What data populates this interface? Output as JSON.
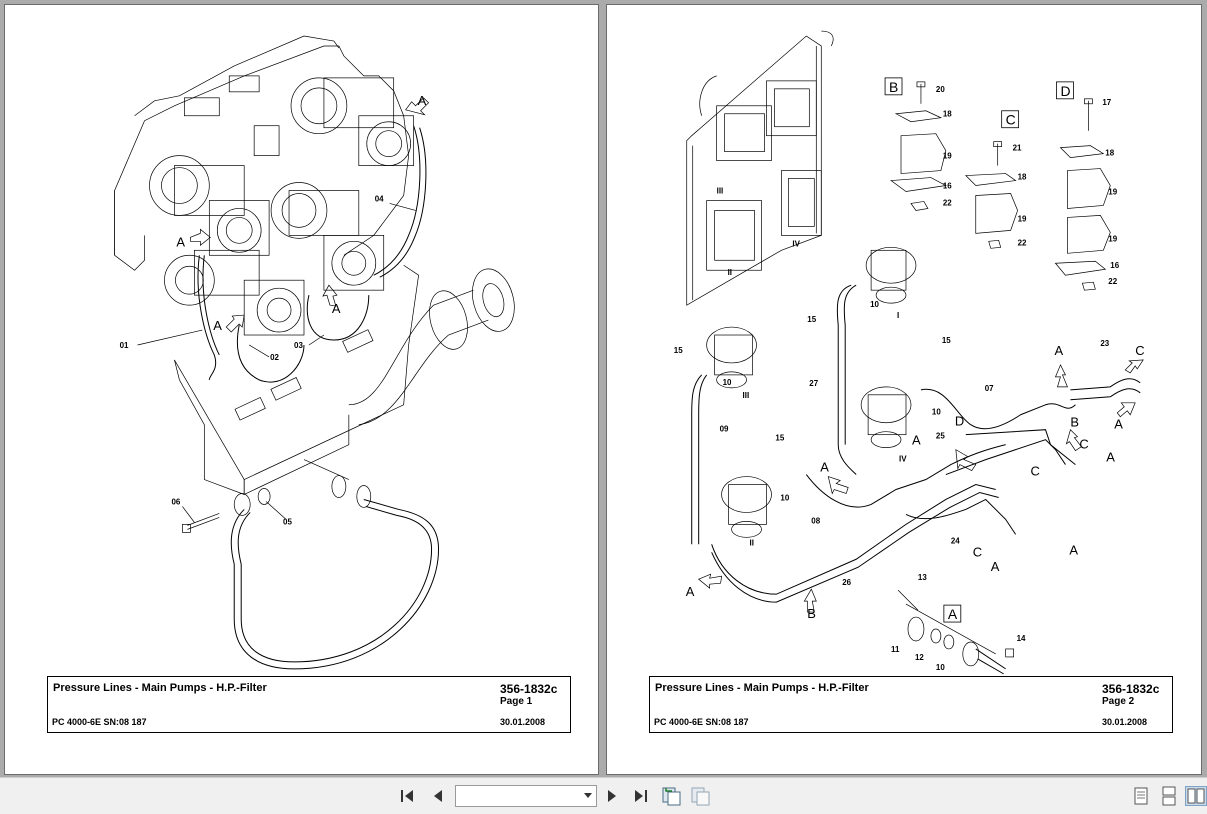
{
  "pages": [
    {
      "title": "Pressure Lines - Main Pumps - H.P.-Filter",
      "doc_number": "356-1832c",
      "page_label": "Page 1",
      "model": "PC 4000-6E SN:08 187",
      "date": "30.01.2008",
      "callouts": {
        "c01": "01",
        "c02": "02",
        "c03": "03",
        "c04": "04",
        "c05": "05",
        "c06": "06",
        "a1": "A",
        "a2": "A",
        "a3": "A",
        "a4": "A"
      }
    },
    {
      "title": "Pressure Lines - Main Pumps - H.P.-Filter",
      "doc_number": "356-1832c",
      "page_label": "Page 2",
      "model": "PC 4000-6E SN:08 187",
      "date": "30.01.2008",
      "detail_boxes": {
        "B": "B",
        "C": "C",
        "D": "D",
        "A": "A"
      },
      "callouts": {
        "n20": "20",
        "n18a": "18",
        "n19a": "19",
        "n16a": "16",
        "n22a": "22",
        "n21": "21",
        "n18b": "18",
        "n19b": "19",
        "n22b": "22",
        "n17": "17",
        "n18c": "18",
        "n19c": "19",
        "n19d": "19",
        "n16b": "16",
        "n22c": "22",
        "n15a": "15",
        "n10a": "10",
        "n15b": "15",
        "n10b": "10",
        "n15c": "15",
        "n10c": "10",
        "n15d": "15",
        "n10d": "10",
        "n27": "27",
        "n07": "07",
        "n23": "23",
        "n09": "09",
        "n25": "25",
        "n08": "08",
        "n24": "24",
        "n26": "26",
        "n13": "13",
        "n14": "14",
        "n11": "11",
        "n12": "12",
        "n10e": "10",
        "r1": "I",
        "r2": "II",
        "r3": "III",
        "r4": "IV",
        "r5": "IV",
        "r6": "III",
        "r7": "II",
        "aA1": "A",
        "aC1": "C",
        "aA2": "A",
        "aB1": "B",
        "aC2": "C",
        "aA3": "A",
        "aD1": "D",
        "aA4": "A",
        "aC3": "C",
        "aA5": "A",
        "aC4": "C",
        "aA6": "A",
        "aA7": "A",
        "aA8": "A",
        "aB2": "B"
      }
    }
  ],
  "toolbar": {
    "first_page_icon": "first-page-icon",
    "prev_page_icon": "previous-page-icon",
    "page_select_value": "",
    "next_page_icon": "next-page-icon",
    "last_page_icon": "last-page-icon",
    "go_back_icon": "go-back-icon",
    "go_forward_icon": "go-forward-icon",
    "single_page_icon": "single-page-view-icon",
    "continuous_icon": "continuous-view-icon",
    "two_page_icon": "two-page-view-icon"
  }
}
